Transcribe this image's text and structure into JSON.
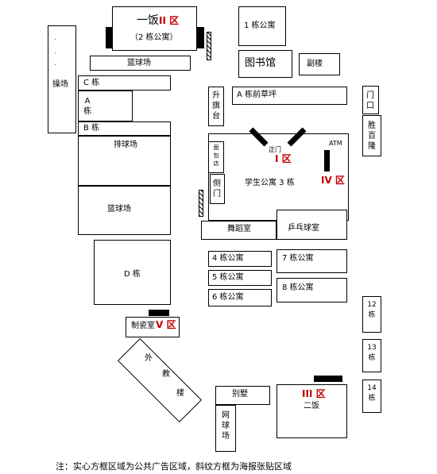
{
  "buildings": {
    "canteen1": {
      "name": "一饭",
      "zone": "II 区",
      "sub": "（2 栋公寓）"
    },
    "dorm1": "1 栋公寓",
    "basketball_top": "篮球场",
    "library": "图书馆",
    "fulou": "副楼",
    "playground": "操场",
    "c_bldg": "C 栋",
    "a_bldg": "A 栋",
    "b_bldg": "B 栋",
    "shengqitai": "升旗台",
    "a_lawn": "A 栋前草坪",
    "gate": "门口",
    "shengbailong": "胜百隆",
    "volleyball": "排球场",
    "basketball_mid": "篮球场",
    "zhengmen": "正门",
    "zone1": "I 区",
    "atm": "ATM",
    "zone4": "IV 区",
    "student_apt": "学生公寓 3 栋",
    "bread_shop": "面包店",
    "side_gate": "侧门",
    "dance_room": "舞蹈室",
    "pingpong": "乒乓球室",
    "d_bldg": "D 栋",
    "dorm4": "4 栋公寓",
    "dorm5": "5 栋公寓",
    "dorm6": "6 栋公寓",
    "dorm7": "7 栋公寓",
    "dorm8": "8 栋公寓",
    "dorm12": "12 栋",
    "dorm13": "13 栋",
    "dorm14": "14 栋",
    "zhici": "制瓷室",
    "zone5": "V 区",
    "waijiao": "外教楼",
    "bieshu": "别墅",
    "wangqiu": "网球场",
    "zone3": "III 区",
    "canteen2": "二饭"
  },
  "note": "注：实心方框区域为公共广告区域，斜纹方框为海报张贴区域"
}
